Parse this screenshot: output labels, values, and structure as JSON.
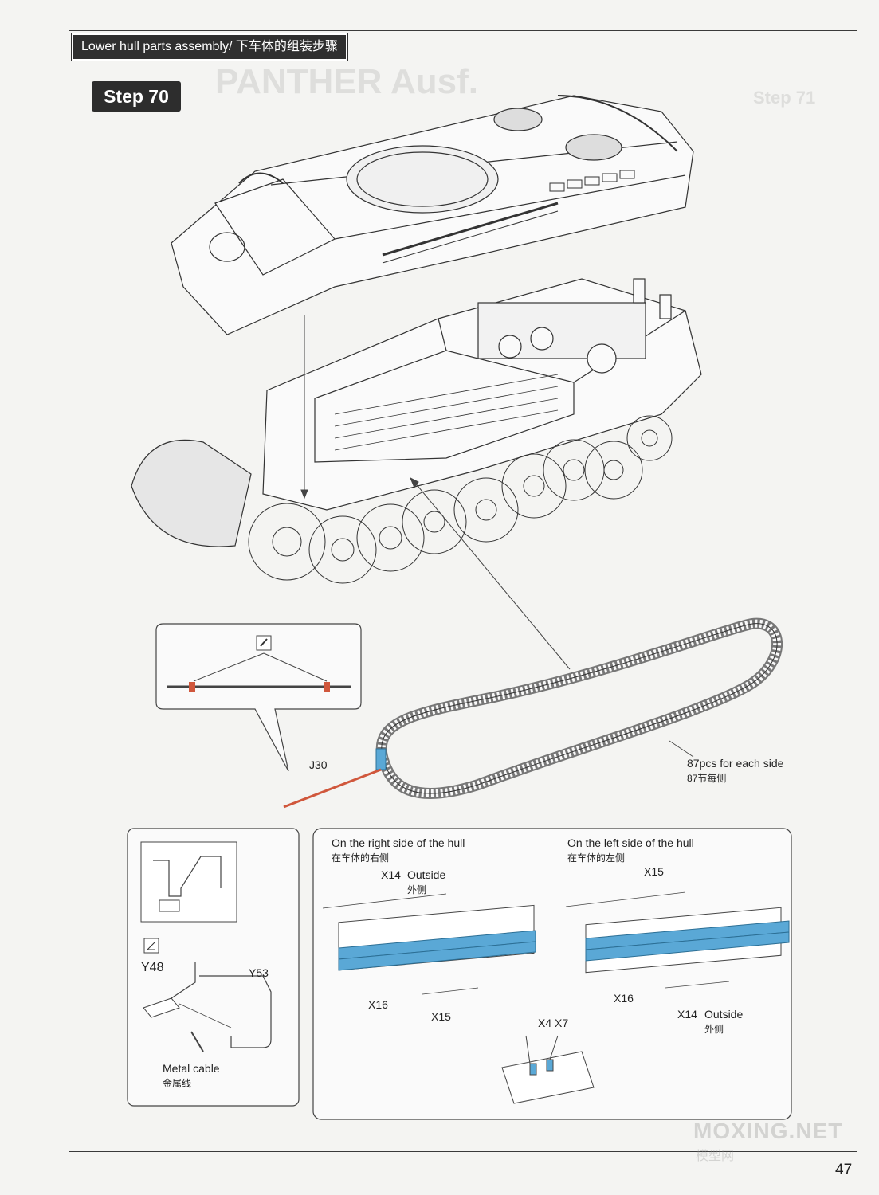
{
  "header": {
    "title": "Lower hull parts assembly/ 下车体的组装步骤"
  },
  "step": {
    "label": "Step 70"
  },
  "track": {
    "part_j30": "J30",
    "count_en": "87pcs for each side",
    "count_cn": "87节每侧"
  },
  "cable_panel": {
    "y48": "Y48",
    "y53": "Y53",
    "metal_cable_en": "Metal cable",
    "metal_cable_cn": "金属线"
  },
  "right_side": {
    "title_en": "On the right side of the hull",
    "title_cn": "在车体的右侧",
    "x14": "X14",
    "outside_en": "Outside",
    "outside_cn": "外侧",
    "x16": "X16",
    "x15": "X15"
  },
  "left_side": {
    "title_en": "On the left side of the hull",
    "title_cn": "在车体的左侧",
    "x15": "X15",
    "x16": "X16",
    "x14": "X14",
    "outside_en": "Outside",
    "outside_cn": "外侧"
  },
  "link_detail": {
    "parts": "X4 X7"
  },
  "watermark": {
    "main": "MOXING.NET",
    "sub": "模型网"
  },
  "page_number": "47",
  "colors": {
    "highlight_blue": "#5aa8d6",
    "highlight_red": "#d0573c",
    "header_bg": "#2f2f2f"
  }
}
